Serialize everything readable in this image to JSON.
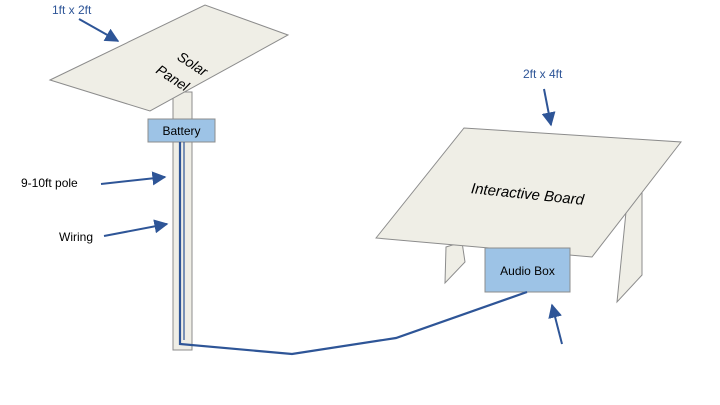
{
  "labels": {
    "solar_size": "1ft x 2ft",
    "board_size": "2ft x 4ft",
    "pole": "9-10ft pole",
    "wiring": "Wiring"
  },
  "components": {
    "solar_panel_line1": "Solar",
    "solar_panel_line2": "Panel",
    "battery": "Battery",
    "interactive_board": "Interactive Board",
    "audio_box": "Audio Box"
  },
  "colors": {
    "panel_fill": "#efeee6",
    "box_fill": "#9dc3e6",
    "wire": "#2e5597",
    "arrow": "#2e5597",
    "outline": "#8c8c8c"
  }
}
